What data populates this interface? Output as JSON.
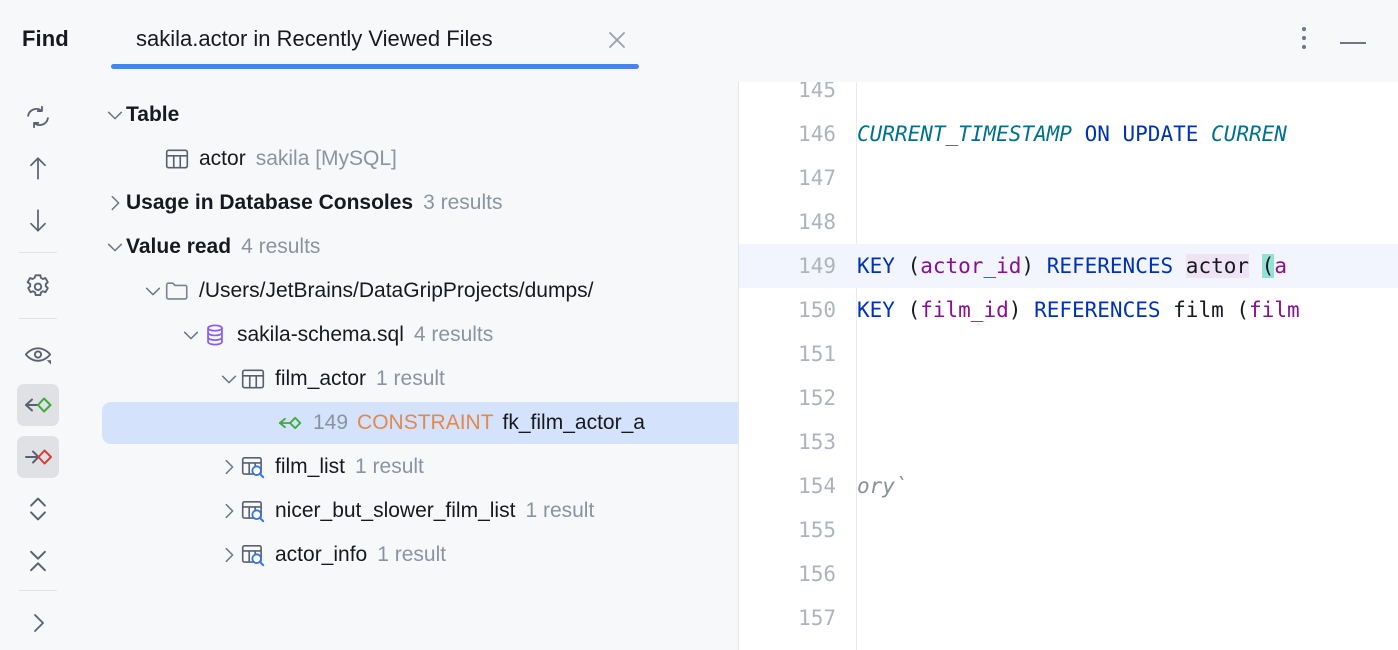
{
  "window": {
    "title": "Find",
    "menu_icon": "more-vertical-icon",
    "minimize_icon": "minimize-icon"
  },
  "tab": {
    "label": "sakila.actor in Recently Viewed Files",
    "close_icon": "close-icon",
    "active": true,
    "accent_color": "#4A83EE"
  },
  "toolbar": {
    "items": [
      {
        "name": "rerun-search",
        "icon": "refresh-icon",
        "active": false
      },
      {
        "name": "previous-occurrence",
        "icon": "arrow-up-icon",
        "active": false
      },
      {
        "name": "next-occurrence",
        "icon": "arrow-down-icon",
        "active": false
      },
      {
        "name": "settings",
        "icon": "gear-icon",
        "active": false
      },
      {
        "name": "preview-options",
        "icon": "eye-icon",
        "active": false
      },
      {
        "name": "show-read-access",
        "icon": "value-read-icon",
        "active": true
      },
      {
        "name": "show-write-access",
        "icon": "value-write-icon",
        "active": true
      },
      {
        "name": "expand-all",
        "icon": "expand-all-icon",
        "active": false
      },
      {
        "name": "collapse-all",
        "icon": "collapse-all-icon",
        "active": false
      },
      {
        "name": "show-options-menu",
        "icon": "chevron-right-icon",
        "active": false
      }
    ]
  },
  "tree": {
    "rows": [
      {
        "id": "group-table",
        "indent": 0,
        "chevron": "down",
        "icon": null,
        "label": "Table",
        "bold": true,
        "count": "",
        "selected": false
      },
      {
        "id": "table-actor",
        "indent": 1,
        "chevron": "none",
        "icon": "table-icon",
        "label": "actor",
        "bold": false,
        "count": "sakila [MySQL]",
        "selected": false
      },
      {
        "id": "group-usage-db-consoles",
        "indent": 0,
        "chevron": "right",
        "icon": null,
        "label": "Usage in Database Consoles",
        "bold": true,
        "count": "3 results",
        "selected": false
      },
      {
        "id": "group-value-read",
        "indent": 0,
        "chevron": "down",
        "icon": null,
        "label": "Value read",
        "bold": true,
        "count": "4 results",
        "selected": false
      },
      {
        "id": "folder-dumps",
        "indent": 1,
        "chevron": "down",
        "icon": "folder-icon",
        "label": "/Users/JetBrains/DataGripProjects/dumps/",
        "bold": false,
        "count": "",
        "selected": false
      },
      {
        "id": "file-sakila-schema",
        "indent": 2,
        "chevron": "down",
        "icon": "database-file-icon",
        "label": "sakila-schema.sql",
        "bold": false,
        "count": "4 results",
        "selected": false
      },
      {
        "id": "table-film-actor",
        "indent": 3,
        "chevron": "down",
        "icon": "table-icon",
        "label": "film_actor",
        "bold": false,
        "count": "1 result",
        "selected": false
      },
      {
        "id": "match-line-149",
        "indent": 4,
        "chevron": "none",
        "icon": "value-read-icon",
        "line_number": "149",
        "keyword": "CONSTRAINT",
        "label": "fk_film_actor_a",
        "bold": false,
        "count": "",
        "selected": true
      },
      {
        "id": "view-film-list",
        "indent": 3,
        "chevron": "right",
        "icon": "view-icon",
        "label": "film_list",
        "bold": false,
        "count": "1 result",
        "selected": false
      },
      {
        "id": "view-nicer-but-slower-film-list",
        "indent": 3,
        "chevron": "right",
        "icon": "view-icon",
        "label": "nicer_but_slower_film_list",
        "bold": false,
        "count": "1 result",
        "selected": false
      },
      {
        "id": "view-actor-info",
        "indent": 3,
        "chevron": "right",
        "icon": "view-icon",
        "label": "actor_info",
        "bold": false,
        "count": "1 result",
        "selected": false
      }
    ]
  },
  "editor": {
    "highlighted_line": "149",
    "lines": [
      {
        "number": "145",
        "tokens": []
      },
      {
        "number": "146",
        "tokens": [
          {
            "text": "CURRENT_TIMESTAMP",
            "type": "type"
          },
          {
            "text": " ",
            "type": "txt"
          },
          {
            "text": "ON UPDATE",
            "type": "kw"
          },
          {
            "text": " ",
            "type": "txt"
          },
          {
            "text": "CURREN",
            "type": "type"
          }
        ]
      },
      {
        "number": "147",
        "tokens": []
      },
      {
        "number": "148",
        "tokens": []
      },
      {
        "number": "149",
        "tokens": [
          {
            "text": "KEY ",
            "type": "kw"
          },
          {
            "text": "(",
            "type": "txt"
          },
          {
            "text": "actor_id",
            "type": "id"
          },
          {
            "text": ")",
            "type": "txt"
          },
          {
            "text": " ",
            "type": "txt"
          },
          {
            "text": "REFERENCES",
            "type": "kw"
          },
          {
            "text": " ",
            "type": "txt"
          },
          {
            "text": "actor",
            "type": "use"
          },
          {
            "text": " ",
            "type": "txt"
          },
          {
            "text": "(",
            "type": "brk"
          },
          {
            "text": "a",
            "type": "id"
          }
        ]
      },
      {
        "number": "150",
        "tokens": [
          {
            "text": "KEY ",
            "type": "kw"
          },
          {
            "text": "(",
            "type": "txt"
          },
          {
            "text": "film_id",
            "type": "id"
          },
          {
            "text": ")",
            "type": "txt"
          },
          {
            "text": " ",
            "type": "txt"
          },
          {
            "text": "REFERENCES",
            "type": "kw"
          },
          {
            "text": " ",
            "type": "txt"
          },
          {
            "text": "film",
            "type": "txt"
          },
          {
            "text": " (",
            "type": "txt"
          },
          {
            "text": "film",
            "type": "id"
          }
        ]
      },
      {
        "number": "151",
        "tokens": []
      },
      {
        "number": "152",
        "tokens": []
      },
      {
        "number": "153",
        "tokens": []
      },
      {
        "number": "154",
        "tokens": [
          {
            "text": "ory`",
            "type": "cmt"
          }
        ]
      },
      {
        "number": "155",
        "tokens": []
      },
      {
        "number": "156",
        "tokens": []
      },
      {
        "number": "157",
        "tokens": []
      }
    ]
  }
}
